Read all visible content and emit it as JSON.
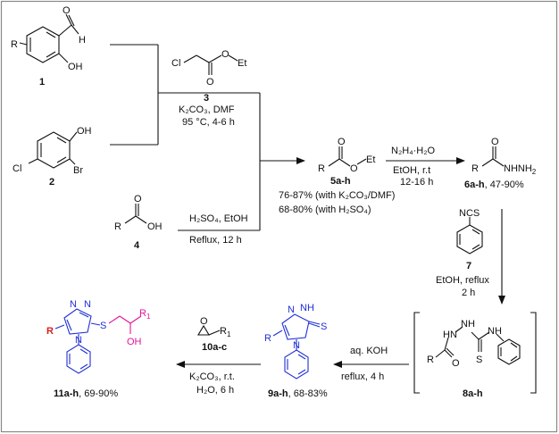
{
  "compounds": {
    "c1": "1",
    "c2": "2",
    "c3": "3",
    "c4": "4",
    "c5": "5a-h",
    "c6": "6a-h",
    "c6_yield": ", 47-90%",
    "c7": "7",
    "c8": "8a-h",
    "c9": "9a-h",
    "c9_yield": ", 68-83%",
    "c10": "10a-c",
    "c11": "11a-h",
    "c11_yield": ", 69-90%"
  },
  "atoms": {
    "R": "R",
    "OH": "OH",
    "H": "H",
    "Cl": "Cl",
    "Br": "Br",
    "O": "O",
    "Et": "Et",
    "NHNH2": "NHNH",
    "NCS": "NCS",
    "N": "N",
    "NH": "NH",
    "S": "S",
    "R1": "R",
    "HN": "HN"
  },
  "conditions": {
    "step1_line1": "K₂CO₃, DMF",
    "step1_line2": "95 °C, 4-6 h",
    "step1b_line1": "H₂SO₄, EtOH",
    "step1b_line2": "Reflux, 12 h",
    "yield5_line1": "76-87% (with K₂CO₃/DMF)",
    "yield5_line2": "68-80% (with H₂SO₄)",
    "step2_line1": "N₂H₄·H₂O",
    "step2_line2": "EtOH, r.t",
    "step2_line3": "12-16 h",
    "step3_line1": "EtOH, reflux",
    "step3_line2": "2 h",
    "step4_line1": "aq. KOH",
    "step4_line2": "reflux, 4 h",
    "step5_line1": "K₂CO₃, r.t.",
    "step5_line2": "H₂O, 6 h"
  },
  "colors": {
    "border": "#888888",
    "triazole": "#1f2fd6",
    "red_R": "#d61f1f",
    "sidechain": "#e0149a"
  }
}
